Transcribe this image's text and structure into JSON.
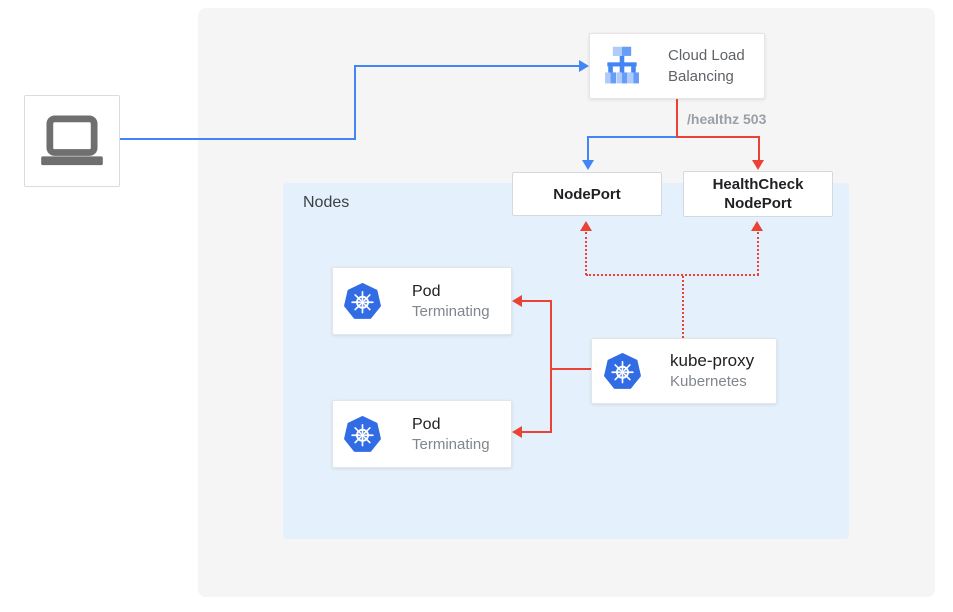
{
  "diagram": {
    "nodes_group_label": "Nodes",
    "health_check_edge_label": "/healthz 503",
    "cloud_load_balancing": {
      "label": "Cloud Load Balancing"
    },
    "nodeport": {
      "label": "NodePort"
    },
    "healthcheck_nodeport": {
      "label": "HealthCheck NodePort"
    },
    "pods": [
      {
        "title": "Pod",
        "status": "Terminating"
      },
      {
        "title": "Pod",
        "status": "Terminating"
      }
    ],
    "kube_proxy": {
      "title": "kube-proxy",
      "subtitle": "Kubernetes"
    },
    "colors": {
      "traffic_blue": "#4285f4",
      "health_red": "#ea4335",
      "kubernetes_blue": "#326ce5",
      "load_balancer_light_blue": "#aecbfa",
      "load_balancer_mid_blue": "#669df6",
      "outer_panel_bg": "#f5f5f5",
      "nodes_panel_bg": "#e4f1fc"
    }
  }
}
